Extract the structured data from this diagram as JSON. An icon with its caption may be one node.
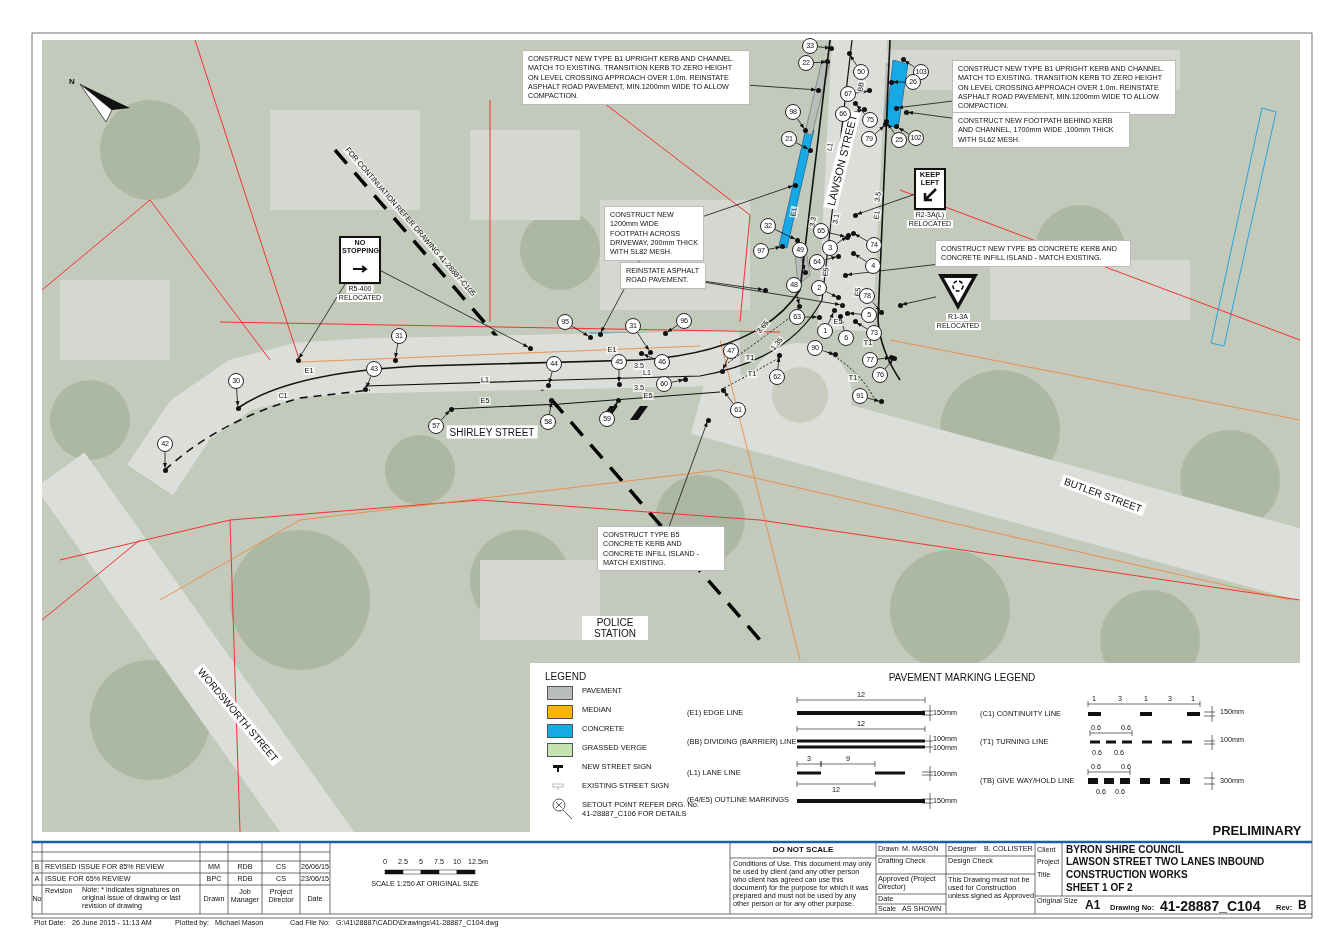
{
  "diagram": {
    "nodes": [
      {
        "text": [
          "CONSTRUCT NEW TYPE B1 UPRIGHT KERB AND CHANNEL. MATCH TO EXISTING. TRANSITION KERB TO ZERO HEIGHT ON LEVEL CROSSING APPROACH OVER 1.0m.  REINSTATE ASPHALT ROAD PAVEMENT, MIN.1200mm WIDE TO ALLOW COMPACTION."
        ]
      },
      {
        "text": [
          "CONSTRUCT NEW TYPE B1 UPRIGHT KERB AND CHANNEL. MATCH TO EXISTING. TRANSITION KERB TO ZERO HEIGHT ON LEVEL CROSSING APPROACH OVER 1.0m. REINSTATE ASPHALT ROAD PAVEMENT, MIN.1200mm WIDE TO ALLOW COMPACTION."
        ]
      },
      {
        "text": [
          "CONSTRUCT NEW FOOTPATH BEHIND KERB AND CHANNEL, 1700mm WIDE ,100mm THICK WITH SL62 MESH."
        ]
      },
      {
        "text": [
          "CONSTRUCT NEW 1200mm WIDE FOOTPATH ACROSS DRIVEWAY, 200mm THICK WITH SL82 MESH."
        ]
      },
      {
        "text": [
          "REINSTATE ASPHALT ROAD PAVEMENT."
        ]
      },
      {
        "text": [
          "CONSTRUCT NEW TYPE B5 CONCRETE KERB AND CONCRETE INFILL ISLAND - MATCH EXISTING."
        ]
      },
      {
        "text": [
          "CONSTRUCT TYPE B5 CONCRETE KERB AND CONCRETE INFILL ISLAND - MATCH EXISTING."
        ]
      },
      {
        "text": [
          "KEEP LEFT"
        ],
        "beside": [
          "R2-3A(L)",
          "RELOCATED"
        ]
      },
      {
        "text": [],
        "shape": "triangle",
        "beside": [
          "R1-3A",
          "RELOCATED"
        ]
      },
      {
        "text": [
          "NO STOPPING"
        ],
        "beside": [
          "R5-400",
          "RELOCATED"
        ]
      },
      {
        "text": [
          "33"
        ]
      },
      {
        "text": [
          "22"
        ]
      },
      {
        "text": [
          "50"
        ]
      },
      {
        "text": [
          "103"
        ]
      },
      {
        "text": [
          "26"
        ]
      },
      {
        "text": [
          "67"
        ]
      },
      {
        "text": [
          "66"
        ]
      },
      {
        "text": [
          "98"
        ]
      },
      {
        "text": [
          "75"
        ]
      },
      {
        "text": [
          "79"
        ]
      },
      {
        "text": [
          "25"
        ]
      },
      {
        "text": [
          "102"
        ]
      },
      {
        "text": [
          "21"
        ]
      },
      {
        "text": [
          "32"
        ]
      },
      {
        "text": [
          "65"
        ]
      },
      {
        "text": [
          "3"
        ]
      },
      {
        "text": [
          "74"
        ]
      },
      {
        "text": [
          "97"
        ]
      },
      {
        "text": [
          "49"
        ]
      },
      {
        "text": [
          "64"
        ]
      },
      {
        "text": [
          "4"
        ]
      },
      {
        "text": [
          "48"
        ]
      },
      {
        "text": [
          "2"
        ]
      },
      {
        "text": [
          "78"
        ]
      },
      {
        "text": [
          "5"
        ]
      },
      {
        "text": [
          "63"
        ]
      },
      {
        "text": [
          "1"
        ]
      },
      {
        "text": [
          "73"
        ]
      },
      {
        "text": [
          "6"
        ]
      },
      {
        "text": [
          "95"
        ]
      },
      {
        "text": [
          "31"
        ]
      },
      {
        "text": [
          "96"
        ]
      },
      {
        "text": [
          "31"
        ]
      },
      {
        "text": [
          "90"
        ]
      },
      {
        "text": [
          "47"
        ]
      },
      {
        "text": [
          "77"
        ]
      },
      {
        "text": [
          "44"
        ]
      },
      {
        "text": [
          "45"
        ]
      },
      {
        "text": [
          "46"
        ]
      },
      {
        "text": [
          "43"
        ]
      },
      {
        "text": [
          "76"
        ]
      },
      {
        "text": [
          "62"
        ]
      },
      {
        "text": [
          "30"
        ]
      },
      {
        "text": [
          "60"
        ]
      },
      {
        "text": [
          "91"
        ]
      },
      {
        "text": [
          "61"
        ]
      },
      {
        "text": [
          "59"
        ]
      },
      {
        "text": [
          "57"
        ]
      },
      {
        "text": [
          "58"
        ]
      },
      {
        "text": [
          "42"
        ]
      },
      {
        "text": [],
        "shape": "circle"
      },
      {
        "text": [],
        "shape": "circle"
      },
      {
        "text": [],
        "shape": "circle"
      },
      {
        "text": [],
        "shape": "circle"
      },
      {
        "text": [],
        "shape": "circle"
      },
      {
        "text": [],
        "shape": "circle"
      },
      {
        "text": [],
        "shape": "circle"
      },
      {
        "text": [],
        "shape": "circle"
      },
      {
        "text": [],
        "shape": "circle"
      },
      {
        "text": [],
        "shape": "circle"
      },
      {
        "text": [],
        "shape": "circle"
      },
      {
        "text": [],
        "shape": "circle"
      },
      {
        "text": [],
        "shape": "circle"
      },
      {
        "text": [],
        "shape": "circle"
      },
      {
        "text": [],
        "shape": "circle"
      },
      {
        "text": [],
        "shape": "circle"
      },
      {
        "text": [],
        "shape": "circle"
      },
      {
        "text": [],
        "shape": "circle"
      },
      {
        "text": [],
        "shape": "circle"
      },
      {
        "text": [],
        "shape": "circle"
      },
      {
        "text": [],
        "shape": "circle"
      },
      {
        "text": [],
        "shape": "circle"
      },
      {
        "text": [],
        "shape": "circle"
      },
      {
        "text": [],
        "shape": "circle"
      },
      {
        "text": [],
        "shape": "circle"
      },
      {
        "text": [],
        "shape": "circle"
      },
      {
        "text": [],
        "shape": "circle"
      },
      {
        "text": [],
        "shape": "circle"
      },
      {
        "text": [],
        "shape": "circle"
      },
      {
        "text": [],
        "shape": "circle"
      },
      {
        "text": [],
        "shape": "circle"
      },
      {
        "text": [],
        "shape": "circle"
      },
      {
        "text": [],
        "shape": "circle"
      },
      {
        "text": [],
        "shape": "circle"
      },
      {
        "text": [],
        "shape": "circle"
      },
      {
        "text": [],
        "shape": "circle"
      },
      {
        "text": [],
        "shape": "circle"
      },
      {
        "text": [],
        "shape": "circle"
      },
      {
        "text": [],
        "shape": "circle"
      },
      {
        "text": [],
        "shape": "circle"
      },
      {
        "text": [],
        "shape": "circle"
      },
      {
        "text": [],
        "shape": "circle"
      },
      {
        "text": [],
        "shape": "circle"
      },
      {
        "text": [],
        "shape": "circle"
      },
      {
        "text": [],
        "shape": "circle"
      },
      {
        "text": [],
        "shape": "circle"
      },
      {
        "text": [],
        "shape": "circle"
      },
      {
        "text": [],
        "shape": "circle"
      },
      {
        "text": [],
        "shape": "circle"
      },
      {
        "text": [],
        "shape": "circle"
      },
      {
        "text": [],
        "shape": "circle"
      },
      {
        "text": [],
        "shape": "circle"
      },
      {
        "text": [],
        "shape": "circle"
      },
      {
        "text": [],
        "shape": "circle"
      },
      {
        "text": [],
        "shape": "circle"
      },
      {
        "text": [],
        "shape": "circle"
      },
      {
        "text": [],
        "shape": "circle"
      },
      {
        "text": [],
        "shape": "circle"
      },
      {
        "text": [],
        "shape": "circle"
      },
      {
        "text": [],
        "shape": "circle"
      },
      {
        "text": [],
        "shape": "circle"
      },
      {
        "text": [],
        "shape": "circle"
      },
      {
        "text": [],
        "shape": "circle"
      }
    ],
    "edges": [
      {
        "from": 0,
        "to": 60,
        "arrow": "to"
      },
      {
        "from": 1,
        "to": 61,
        "arrow": "to"
      },
      {
        "from": 2,
        "to": 62,
        "arrow": "to"
      },
      {
        "from": 3,
        "to": 63,
        "arrow": "to"
      },
      {
        "from": 3,
        "to": 64,
        "arrow": "to"
      },
      {
        "from": 4,
        "to": 65,
        "arrow": "to"
      },
      {
        "from": 4,
        "to": 66,
        "arrow": "to"
      },
      {
        "from": 5,
        "to": 67,
        "arrow": "to"
      },
      {
        "from": 6,
        "to": 68,
        "arrow": "to"
      },
      {
        "from": 7,
        "to": 69,
        "arrow": "to"
      },
      {
        "from": 8,
        "to": 70,
        "arrow": "to"
      },
      {
        "from": 9,
        "to": 71,
        "arrow": "to"
      },
      {
        "from": 9,
        "to": 72,
        "arrow": "to"
      },
      {
        "from": 10,
        "to": 73,
        "arrow": "to"
      },
      {
        "from": 11,
        "to": 74,
        "arrow": "to"
      },
      {
        "from": 12,
        "to": 75,
        "arrow": "to"
      },
      {
        "from": 13,
        "to": 76,
        "arrow": "to"
      },
      {
        "from": 14,
        "to": 77,
        "arrow": "to"
      },
      {
        "from": 15,
        "to": 78,
        "arrow": "to"
      },
      {
        "from": 16,
        "to": 79,
        "arrow": "to"
      },
      {
        "from": 17,
        "to": 80,
        "arrow": "to"
      },
      {
        "from": 18,
        "to": 81,
        "arrow": "to"
      },
      {
        "from": 19,
        "to": 82,
        "arrow": "to"
      },
      {
        "from": 20,
        "to": 83,
        "arrow": "to"
      },
      {
        "from": 21,
        "to": 84,
        "arrow": "to"
      },
      {
        "from": 22,
        "to": 85,
        "arrow": "to"
      },
      {
        "from": 23,
        "to": 86,
        "arrow": "to"
      },
      {
        "from": 24,
        "to": 87,
        "arrow": "to"
      },
      {
        "from": 25,
        "to": 88,
        "arrow": "to"
      },
      {
        "from": 26,
        "to": 89,
        "arrow": "to"
      },
      {
        "from": 27,
        "to": 90,
        "arrow": "to"
      },
      {
        "from": 28,
        "to": 91,
        "arrow": "to"
      },
      {
        "from": 29,
        "to": 92,
        "arrow": "to"
      },
      {
        "from": 30,
        "to": 93,
        "arrow": "to"
      },
      {
        "from": 31,
        "to": 94,
        "arrow": "to"
      },
      {
        "from": 32,
        "to": 95,
        "arrow": "to"
      },
      {
        "from": 33,
        "to": 96,
        "arrow": "to"
      },
      {
        "from": 34,
        "to": 97,
        "arrow": "to"
      },
      {
        "from": 35,
        "to": 98,
        "arrow": "to"
      },
      {
        "from": 36,
        "to": 99,
        "arrow": "to"
      },
      {
        "from": 37,
        "to": 100,
        "arrow": "to"
      },
      {
        "from": 38,
        "to": 101,
        "arrow": "to"
      },
      {
        "from": 39,
        "to": 102,
        "arrow": "to"
      },
      {
        "from": 40,
        "to": 103,
        "arrow": "to"
      },
      {
        "from": 41,
        "to": 104,
        "arrow": "to"
      },
      {
        "from": 42,
        "to": 105,
        "arrow": "to"
      },
      {
        "from": 43,
        "to": 106,
        "arrow": "to"
      },
      {
        "from": 44,
        "to": 107,
        "arrow": "to"
      },
      {
        "from": 45,
        "to": 108,
        "arrow": "to"
      },
      {
        "from": 46,
        "to": 109,
        "arrow": "to"
      },
      {
        "from": 47,
        "to": 110,
        "arrow": "to"
      },
      {
        "from": 48,
        "to": 111,
        "arrow": "to"
      },
      {
        "from": 49,
        "to": 112,
        "arrow": "to"
      },
      {
        "from": 50,
        "to": 113,
        "arrow": "to"
      },
      {
        "from": 51,
        "to": 114,
        "arrow": "to"
      },
      {
        "from": 52,
        "to": 115,
        "arrow": "to"
      },
      {
        "from": 53,
        "to": 116,
        "arrow": "to"
      },
      {
        "from": 54,
        "to": 117,
        "arrow": "to"
      },
      {
        "from": 55,
        "to": 118,
        "arrow": "to"
      },
      {
        "from": 56,
        "to": 119,
        "arrow": "to"
      },
      {
        "from": 57,
        "to": 120,
        "arrow": "to"
      },
      {
        "from": 58,
        "to": 121,
        "arrow": "to"
      },
      {
        "from": 59,
        "to": 122,
        "arrow": "to"
      }
    ],
    "labels": [
      "FOR CONTINUATION REFER DRAWING 41-28887-C105",
      "LAWSON STREET",
      "SHIRLEY STREET",
      "BUTLER STREET",
      "WORDSWORTH STREET",
      "POLICE STATION",
      "E1",
      "C1",
      "L1",
      "E5",
      "E1",
      "3.5",
      "L1",
      "3.5",
      "E5",
      "3.65",
      "1.35",
      "T1",
      "T1",
      "T1",
      "T1",
      "BB",
      "L1",
      "E1",
      "3.3",
      "3.1",
      "3.5",
      "E1",
      "E5",
      "E5",
      "E5",
      "LEGEND",
      "PAVEMENT MARKING LEGEND",
      "12",
      "150mm",
      "12",
      "100mm",
      "100mm",
      "3",
      "9",
      "12",
      "100mm",
      "150mm",
      "1",
      "3",
      "1",
      "3",
      "1",
      "150mm",
      "0.6",
      "0.6",
      "0.6",
      "0.6",
      "100mm",
      "0.6",
      "0.6",
      "0.6",
      "0.6",
      "300mm",
      "PRELIMINARY",
      "B",
      "REVISED ISSUE FOR 85% REVIEW",
      "MM",
      "RDB",
      "CS",
      "26/06/15",
      "A",
      "ISSUE FOR 65% REVIEW",
      "BPC",
      "RDB",
      "CS",
      "23/06/15",
      "No",
      "Revision",
      "Note: * indicates signatures on original issue of drawing or last revision of drawing",
      "Drawn",
      "Job Manager",
      "Project Director",
      "Date",
      "0",
      "2.5",
      "5",
      "7.5",
      "10",
      "12.5m",
      "SCALE 1:250  AT ORIGINAL SIZE",
      "DO NOT SCALE",
      "Conditions of Use. This document may only be used by client (and any other person who client has agreed can use this document) for the purpose for which it was prepared and must not be used by any other person or for any other purpose.",
      "Drawn",
      "M. MASON",
      "Designer",
      "B. COLLISTER",
      "Drafting Check",
      "Design Check",
      "Approved (Project Director)",
      "Date",
      "Scale",
      "AS SHOWN",
      "This Drawing must not be used for Construction unless signed as Approved",
      "Client",
      "BYRON SHIRE COUNCIL",
      "Project",
      "LAWSON STREET TWO LANES INBOUND",
      "Title",
      "CONSTRUCTION WORKS",
      "SHEET 1 OF 2",
      "Original Size",
      "A1",
      "Drawing No:",
      "41-28887_C104",
      "Rev:",
      "B",
      "Plot Date:",
      "26 June 2015 - 11:13 AM",
      "Plotted by:",
      "Michael Mason",
      "Cad File No:",
      "G:\\41\\28887\\CADD\\Drawings\\41-28887_C104.dwg",
      "N"
    ],
    "legend": [
      {
        "text": "PAVEMENT",
        "color": "#b9bdb9"
      },
      {
        "text": "MEDIAN",
        "color": "#f7b500"
      },
      {
        "text": "CONCRETE",
        "color": "#17a9e6"
      },
      {
        "text": "GRASSED VERGE",
        "color": "#c5e3b0"
      },
      {
        "text": "NEW STREET SIGN"
      },
      {
        "text": "EXISTING STREET SIGN"
      },
      {
        "text": "SETOUT POINT REFER DRG. No. 41-28887_C106 FOR DETAILS"
      },
      {
        "text": "(E1) EDGE LINE"
      },
      {
        "text": "(BB) DIVIDING (BARRIER) LINE"
      },
      {
        "text": "(L1) LANE LINE"
      },
      {
        "text": "(E4/E5) OUTLINE MARKINGS"
      },
      {
        "text": "(C1) CONTINUITY LINE"
      },
      {
        "text": "(T1) TURNING LINE"
      },
      {
        "text": "(TB) GIVE WAY/HOLD LINE"
      }
    ]
  }
}
